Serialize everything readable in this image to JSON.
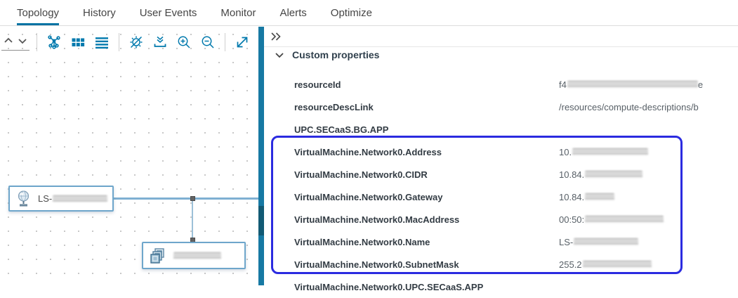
{
  "tabs": {
    "items": [
      {
        "label": "Topology",
        "active": true
      },
      {
        "label": "History",
        "active": false
      },
      {
        "label": "User Events",
        "active": false
      },
      {
        "label": "Monitor",
        "active": false
      },
      {
        "label": "Alerts",
        "active": false
      },
      {
        "label": "Optimize",
        "active": false
      }
    ]
  },
  "toolbar": {
    "icons": [
      "chevron-up",
      "chevron-down",
      "cluster-layout",
      "grid-layout",
      "list-layout",
      "hide-badges",
      "collapse-all",
      "zoom-in",
      "zoom-out",
      "fit-to-screen"
    ]
  },
  "canvas": {
    "nodes": [
      {
        "type": "network",
        "label_prefix": "LS-",
        "label_redacted": true
      },
      {
        "type": "vm-group",
        "label_prefix": "",
        "label_redacted": true
      }
    ]
  },
  "panel": {
    "expand_icon": "double-chevron-right",
    "section_title": "Custom properties",
    "rows": [
      {
        "key": "resourceId",
        "value_prefix": "f4",
        "value_suffix": "e",
        "redacted": true
      },
      {
        "key": "resourceDescLink",
        "value_prefix": "/resources/compute-descriptions/b",
        "redacted": false
      },
      {
        "key": "UPC.SECaaS.BG.APP",
        "value_prefix": "",
        "redacted": false
      },
      {
        "key": "VirtualMachine.Network0.Address",
        "value_prefix": "10.",
        "redacted": true
      },
      {
        "key": "VirtualMachine.Network0.CIDR",
        "value_prefix": "10.84.",
        "redacted": true
      },
      {
        "key": "VirtualMachine.Network0.Gateway",
        "value_prefix": "10.84.",
        "redacted": true
      },
      {
        "key": "VirtualMachine.Network0.MacAddress",
        "value_prefix": "00:50:",
        "redacted": true
      },
      {
        "key": "VirtualMachine.Network0.Name",
        "value_prefix": "LS-",
        "redacted": true
      },
      {
        "key": "VirtualMachine.Network0.SubnetMask",
        "value_prefix": "255.2",
        "redacted": true
      },
      {
        "key": "VirtualMachine.Network0.UPC.SECaaS.APP",
        "value_prefix": "",
        "redacted": false
      }
    ]
  },
  "colors": {
    "accent": "#0072a3",
    "toolbar_icon": "#0079ad",
    "highlight_box": "#2b2be0",
    "splitter": "#1779a3",
    "node_border": "#6ea6cb"
  }
}
